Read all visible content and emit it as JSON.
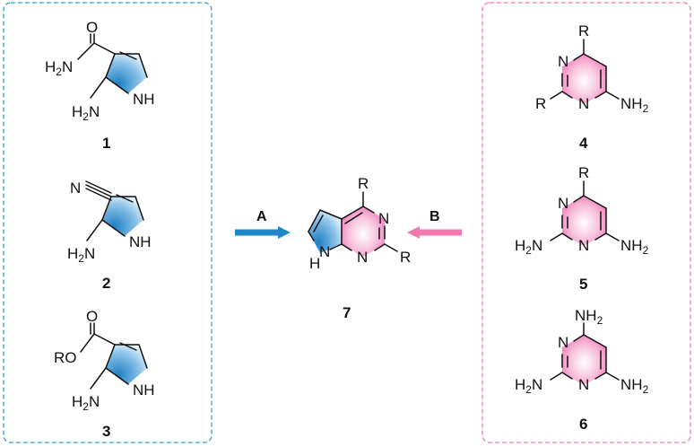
{
  "colors": {
    "blue_box": "#3a9bd5",
    "pink_box": "#ee7fae",
    "arrow_a": "#1f86c8",
    "arrow_b": "#f07ab0",
    "pyrrole_fill": "#1f7fc4",
    "pyrimidine_fill": "#f07ab8"
  },
  "compounds": {
    "c1": {
      "number": "1",
      "amide_O": "O",
      "amide_N": "H",
      "amide_N2": "N",
      "amino_H": "H",
      "amino_N": "N",
      "ring_NH": "NH"
    },
    "c2": {
      "number": "2",
      "nitrile_N": "N",
      "amino_H": "H",
      "amino_N": "N",
      "ring_NH": "NH"
    },
    "c3": {
      "number": "3",
      "ester_O": "O",
      "ester_RO": "RO",
      "amino_H": "H",
      "amino_N": "N",
      "ring_NH": "NH"
    },
    "c4": {
      "number": "4",
      "R_top": "R",
      "R_left": "R",
      "N_upper": "N",
      "N_lower": "N",
      "amine_N": "NH"
    },
    "c5": {
      "number": "5",
      "R_top": "R",
      "N_upper": "N",
      "N_lower": "N",
      "amine_right": "NH",
      "amine_left_H": "H",
      "amine_left_N": "N"
    },
    "c6": {
      "number": "6",
      "amine_top": "NH",
      "N_upper": "N",
      "N_lower": "N",
      "amine_right": "NH",
      "amine_left_H": "H",
      "amine_left_N": "N"
    },
    "c7": {
      "number": "7",
      "R_top": "R",
      "R_right": "R",
      "N_upper": "N",
      "N_lower": "N",
      "ring_NH": "N",
      "ring_H": "H"
    }
  },
  "arrows": {
    "a_label": "A",
    "b_label": "B"
  },
  "subscript": "2"
}
